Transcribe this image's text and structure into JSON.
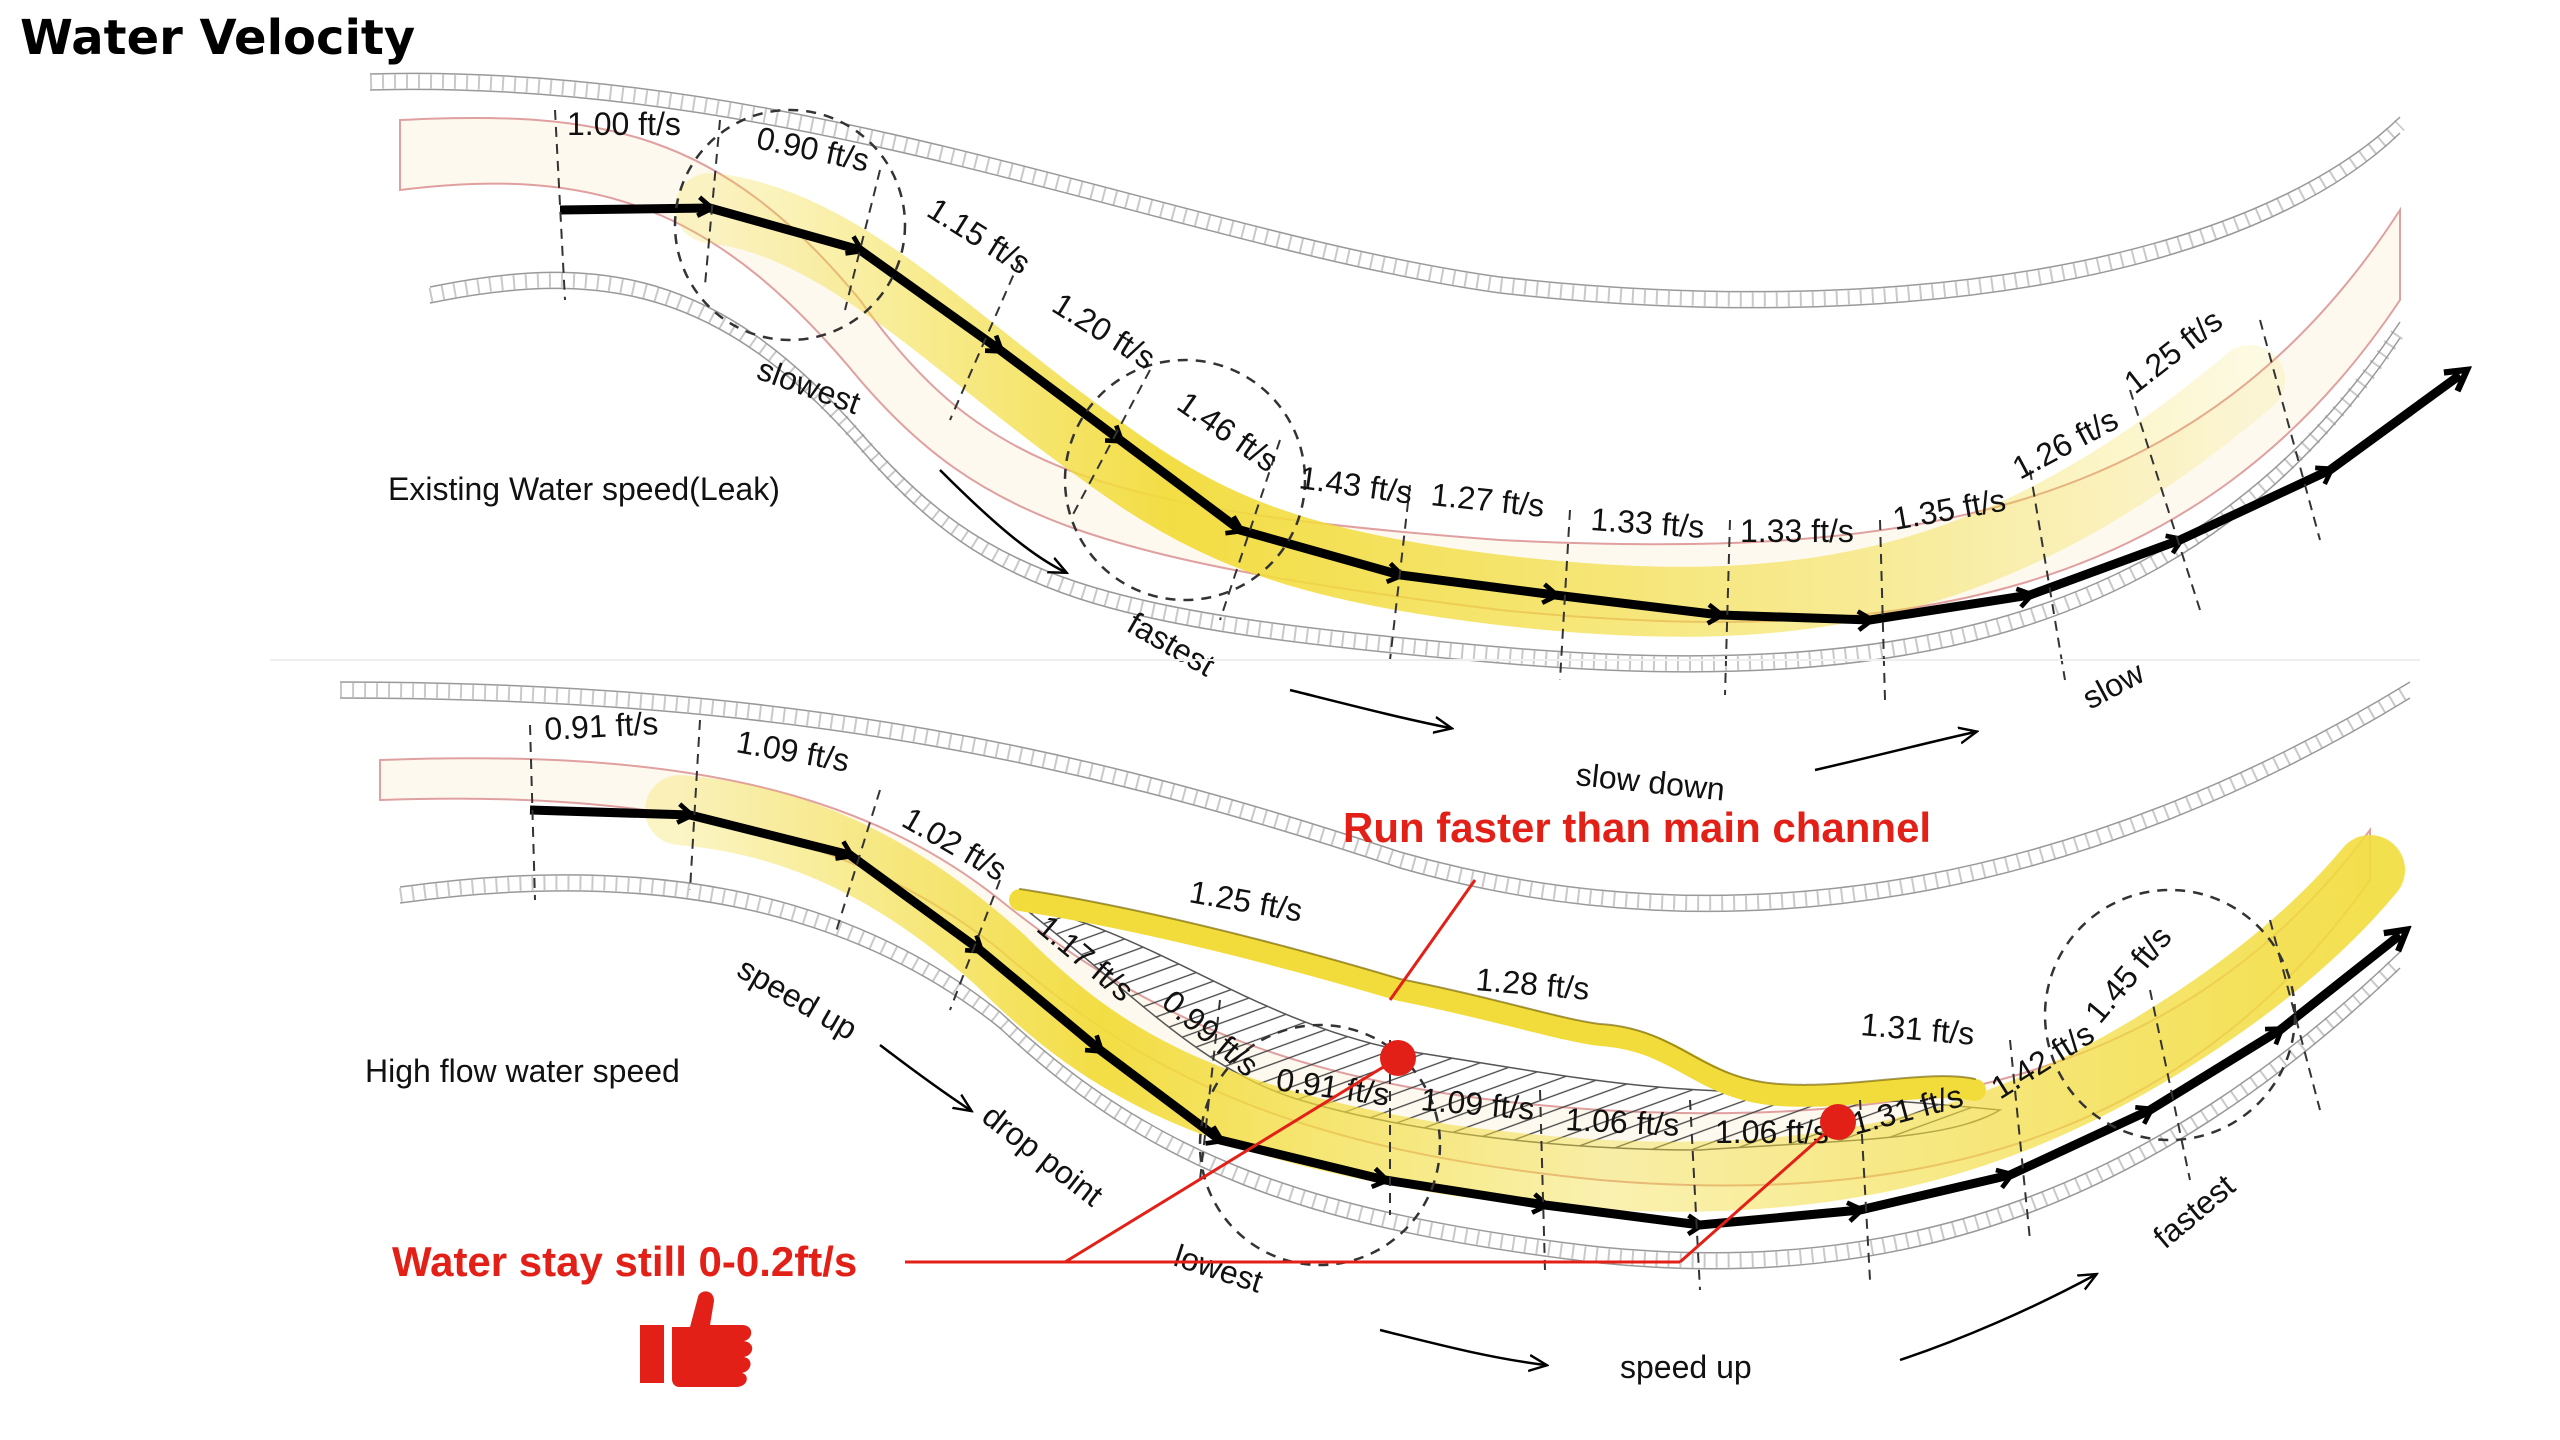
{
  "title": "Water Velocity",
  "colors": {
    "accent_red": "#e32018",
    "flow_yellow": "#f2dc3b",
    "arrow": "#000000"
  },
  "top_panel": {
    "label": "Existing Water speed(Leak)",
    "speeds": [
      "1.00 ft/s",
      "0.90 ft/s",
      "1.15 ft/s",
      "1.20 ft/s",
      "1.46 ft/s",
      "1.43 ft/s",
      "1.27 ft/s",
      "1.33 ft/s",
      "1.33 ft/s",
      "1.35 ft/s",
      "1.26 ft/s",
      "1.25 ft/s"
    ],
    "annotations": {
      "slowest": "slowest",
      "fastest": "fastest",
      "slow_down": "slow down",
      "slow": "slow"
    }
  },
  "bottom_panel": {
    "label": "High flow water speed",
    "main_speeds": [
      "0.91 ft/s",
      "1.09 ft/s",
      "1.02 ft/s",
      "1.42 ft/s",
      "1.45 ft/s"
    ],
    "side_speeds": [
      "1.25 ft/s",
      "1.28 ft/s",
      "1.31 ft/s"
    ],
    "hatch_speeds": [
      "1.17 ft/s",
      "0.99 ft/s",
      "0.91 ft/s",
      "1.09 ft/s",
      "1.06 ft/s",
      "1.06 ft/s",
      "1.31 ft/s"
    ],
    "annotations": {
      "speed_up_1": "speed up",
      "drop_point": "drop point",
      "lowest": "lowest",
      "speed_up_2": "speed up",
      "fastest": "fastest"
    }
  },
  "callouts": {
    "faster": "Run faster than main channel",
    "still": "Water stay still 0-0.2ft/s",
    "thumb_icon": "thumbs-up-icon"
  }
}
